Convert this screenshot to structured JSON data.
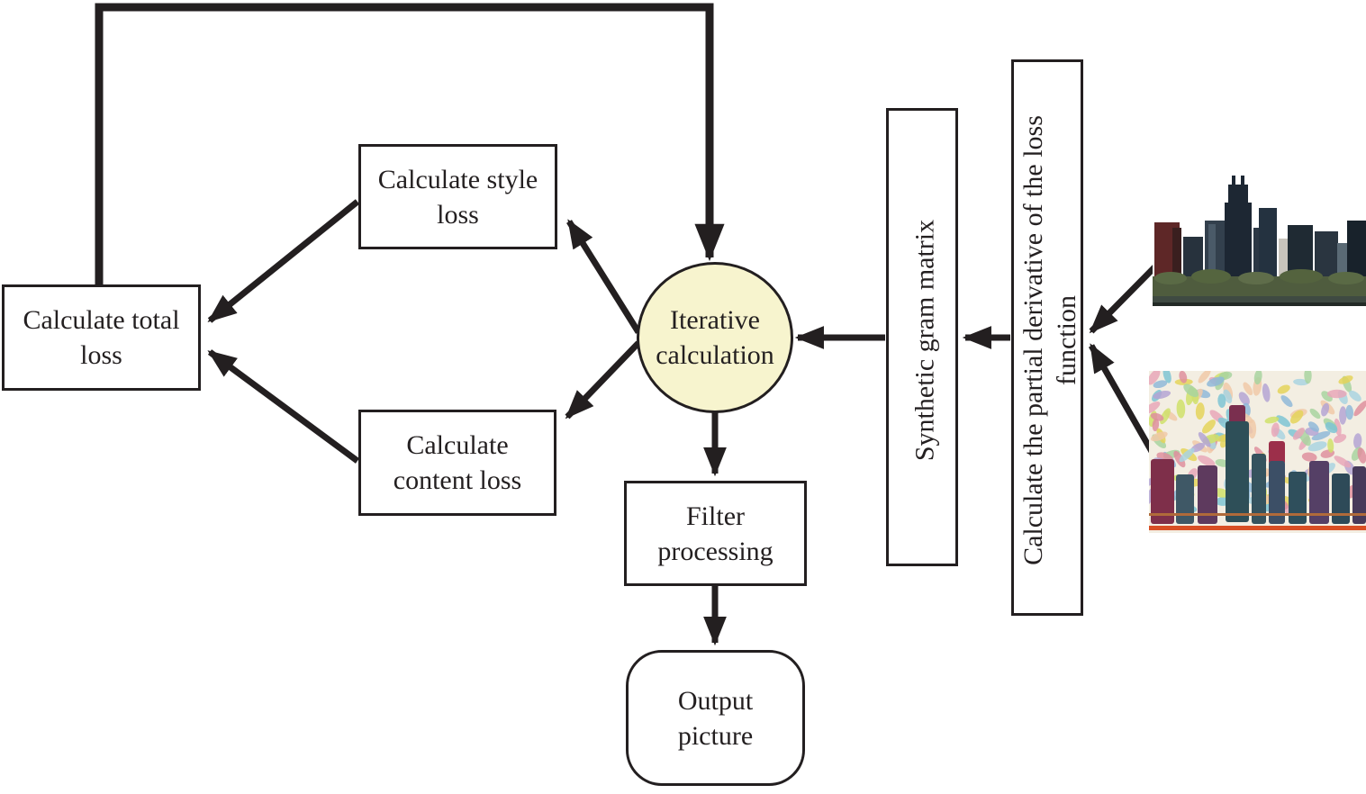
{
  "diagram": {
    "nodes": {
      "total_loss": "Calculate total loss",
      "style_loss": "Calculate style loss",
      "content_loss": "Calculate content loss",
      "iterative_calculation": "Iterative calculation",
      "filter_processing": "Filter processing",
      "output_picture": "Output picture",
      "synthetic_gram_matrix": "Synthetic gram matrix",
      "partial_derivative": "Calculate the partial derivative of the loss function"
    },
    "images": {
      "content_image": "city-skyline-photo",
      "style_image": "stylized-skyline-painting"
    },
    "edges": [
      {
        "from": "total_loss",
        "to": "iterative_calculation"
      },
      {
        "from": "iterative_calculation",
        "to": "style_loss"
      },
      {
        "from": "iterative_calculation",
        "to": "content_loss"
      },
      {
        "from": "style_loss",
        "to": "total_loss"
      },
      {
        "from": "content_loss",
        "to": "total_loss"
      },
      {
        "from": "iterative_calculation",
        "to": "filter_processing"
      },
      {
        "from": "filter_processing",
        "to": "output_picture"
      },
      {
        "from": "synthetic_gram_matrix",
        "to": "iterative_calculation"
      },
      {
        "from": "partial_derivative",
        "to": "synthetic_gram_matrix"
      },
      {
        "from": "content_image",
        "to": "partial_derivative"
      },
      {
        "from": "style_image",
        "to": "partial_derivative"
      }
    ],
    "colors": {
      "stroke": "#231f20",
      "text": "#231f20",
      "circle_fill": "#f7f4ce",
      "background": "#ffffff",
      "style_accent_line": "#d84f24"
    },
    "style_dab_colors": [
      "#7ec4d4",
      "#e8a7b8",
      "#cfe06a",
      "#f0c9a8",
      "#b4a4d4",
      "#a8d4a0",
      "#e4d45a",
      "#a9d3e0",
      "#de8f9e",
      "#8fb8d8"
    ]
  }
}
